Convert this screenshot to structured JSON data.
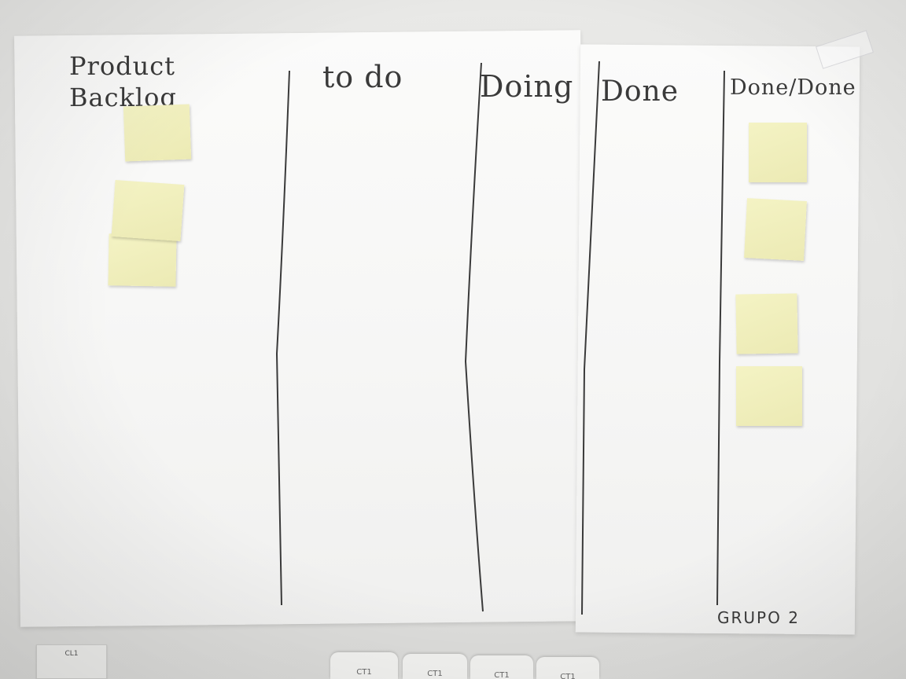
{
  "board": {
    "columns": [
      {
        "key": "backlog",
        "label": "Product Backlog"
      },
      {
        "key": "todo",
        "label": "to do"
      },
      {
        "key": "doing",
        "label": "Doing"
      },
      {
        "key": "done",
        "label": "Done"
      },
      {
        "key": "donedone",
        "label": "Done/Done"
      }
    ],
    "group_label": "GRUPO 2"
  },
  "wall": {
    "switch_label": "CL1",
    "socket_labels": [
      "CT1",
      "CT1",
      "CT1",
      "CT1"
    ]
  },
  "colors": {
    "sticky_note": "#f2f1c0",
    "marker_ink": "#3a3a3a",
    "paper": "#f7f7f6",
    "wall": "#e4e4e2"
  }
}
